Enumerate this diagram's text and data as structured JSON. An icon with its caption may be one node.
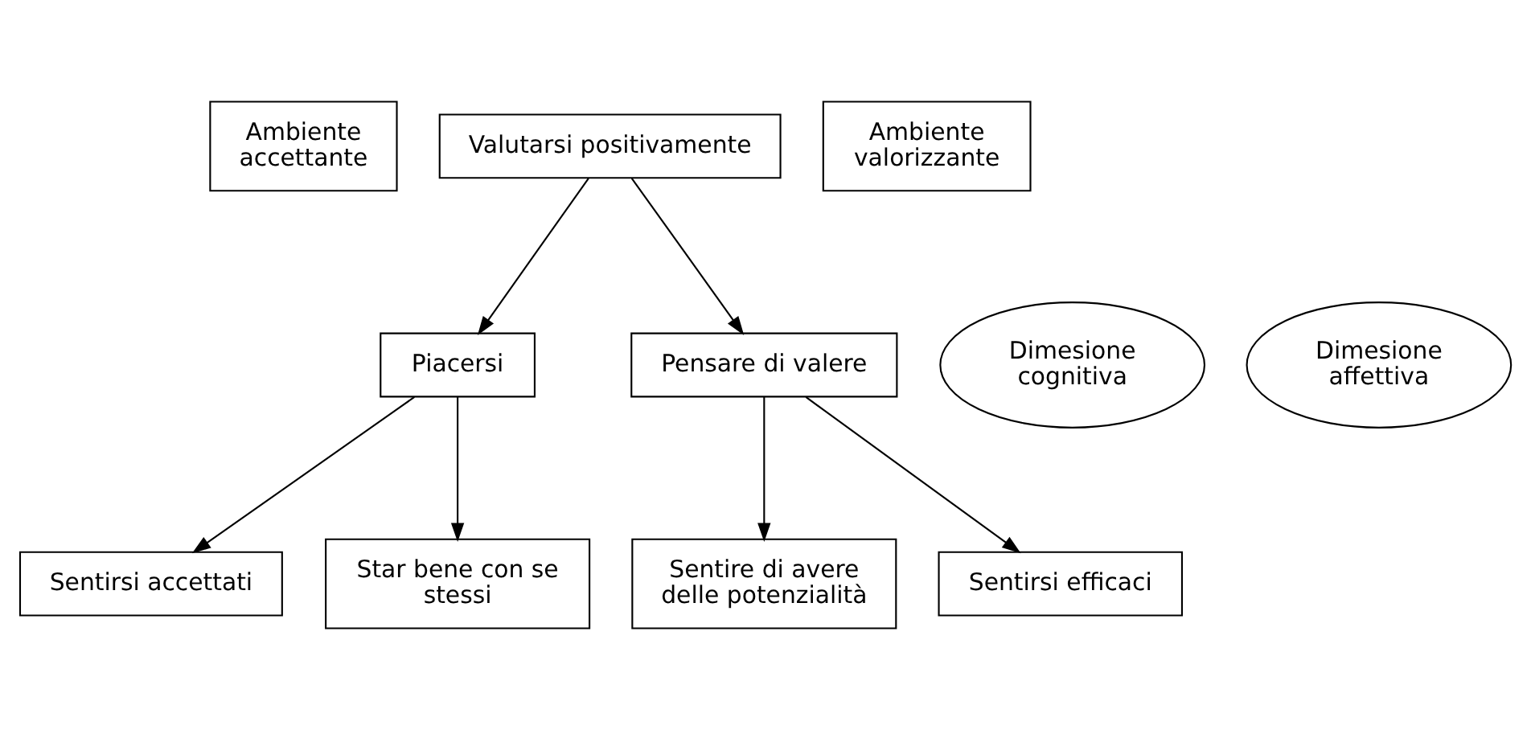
{
  "diagram": {
    "nodes": [
      {
        "text": [
          "Ambiente accettante"
        ]
      },
      {
        "text": [
          "Valutarsi positivamente"
        ]
      },
      {
        "text": [
          "Ambiente valorizzante"
        ]
      },
      {
        "text": [
          "Dimesione affettiva"
        ]
      },
      {
        "text": [
          "Piacersi"
        ]
      },
      {
        "text": [
          "Pensare di valere"
        ]
      },
      {
        "text": [
          "Dimesione cognitiva"
        ]
      },
      {
        "text": [
          "Sentirsi accettati"
        ]
      },
      {
        "text": [
          "Star bene con se stessi"
        ]
      },
      {
        "text": [
          "Sentire di avere delle potenzialità"
        ]
      },
      {
        "text": [
          "Sentirsi efficaci"
        ]
      }
    ],
    "edges": [
      {
        "from": 1,
        "to": 4,
        "arrow": "to"
      },
      {
        "from": 1,
        "to": 5,
        "arrow": "to"
      },
      {
        "from": 4,
        "to": 7,
        "arrow": "to"
      },
      {
        "from": 4,
        "to": 8,
        "arrow": "to"
      },
      {
        "from": 5,
        "to": 9,
        "arrow": "to"
      },
      {
        "from": 5,
        "to": 10,
        "arrow": "to"
      }
    ]
  }
}
